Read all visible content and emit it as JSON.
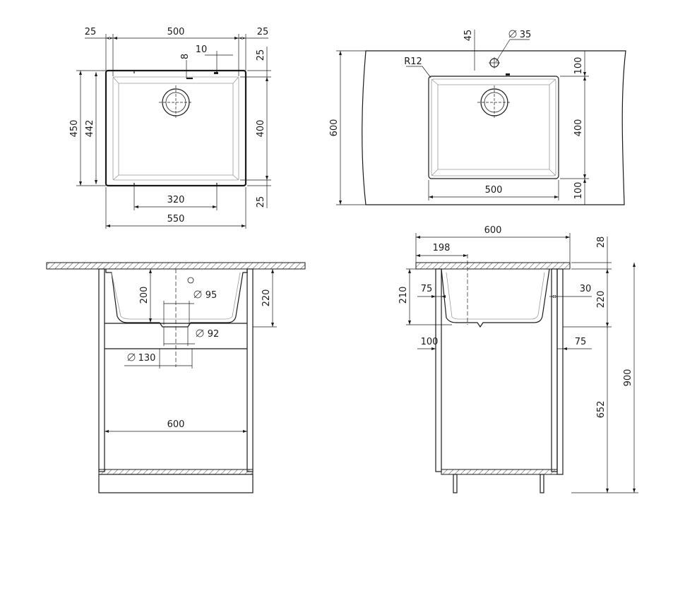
{
  "top_view": {
    "d_25_left": "25",
    "d_500": "500",
    "d_25_right": "25",
    "d_10": "10",
    "d_8": "8",
    "d_25_top": "25",
    "d_450": "450",
    "d_442": "442",
    "d_400": "400",
    "d_320": "320",
    "d_550": "550",
    "d_25_bottom": "25"
  },
  "counter_view": {
    "d_45": "45",
    "d_dia35": "35",
    "d_r12": "R12",
    "d_600": "600",
    "d_100_top": "100",
    "d_400": "400",
    "d_100_bottom": "100",
    "d_500": "500"
  },
  "front_section": {
    "d_200": "200",
    "d_dia95": "95",
    "d_220": "220",
    "d_dia92": "92",
    "d_dia130": "130",
    "d_600": "600"
  },
  "side_section": {
    "d_600": "600",
    "d_198": "198",
    "d_28": "28",
    "d_210": "210",
    "d_75_left": "75",
    "d_30": "30",
    "d_220": "220",
    "d_100": "100",
    "d_75_right": "75",
    "d_900": "900",
    "d_652": "652"
  }
}
